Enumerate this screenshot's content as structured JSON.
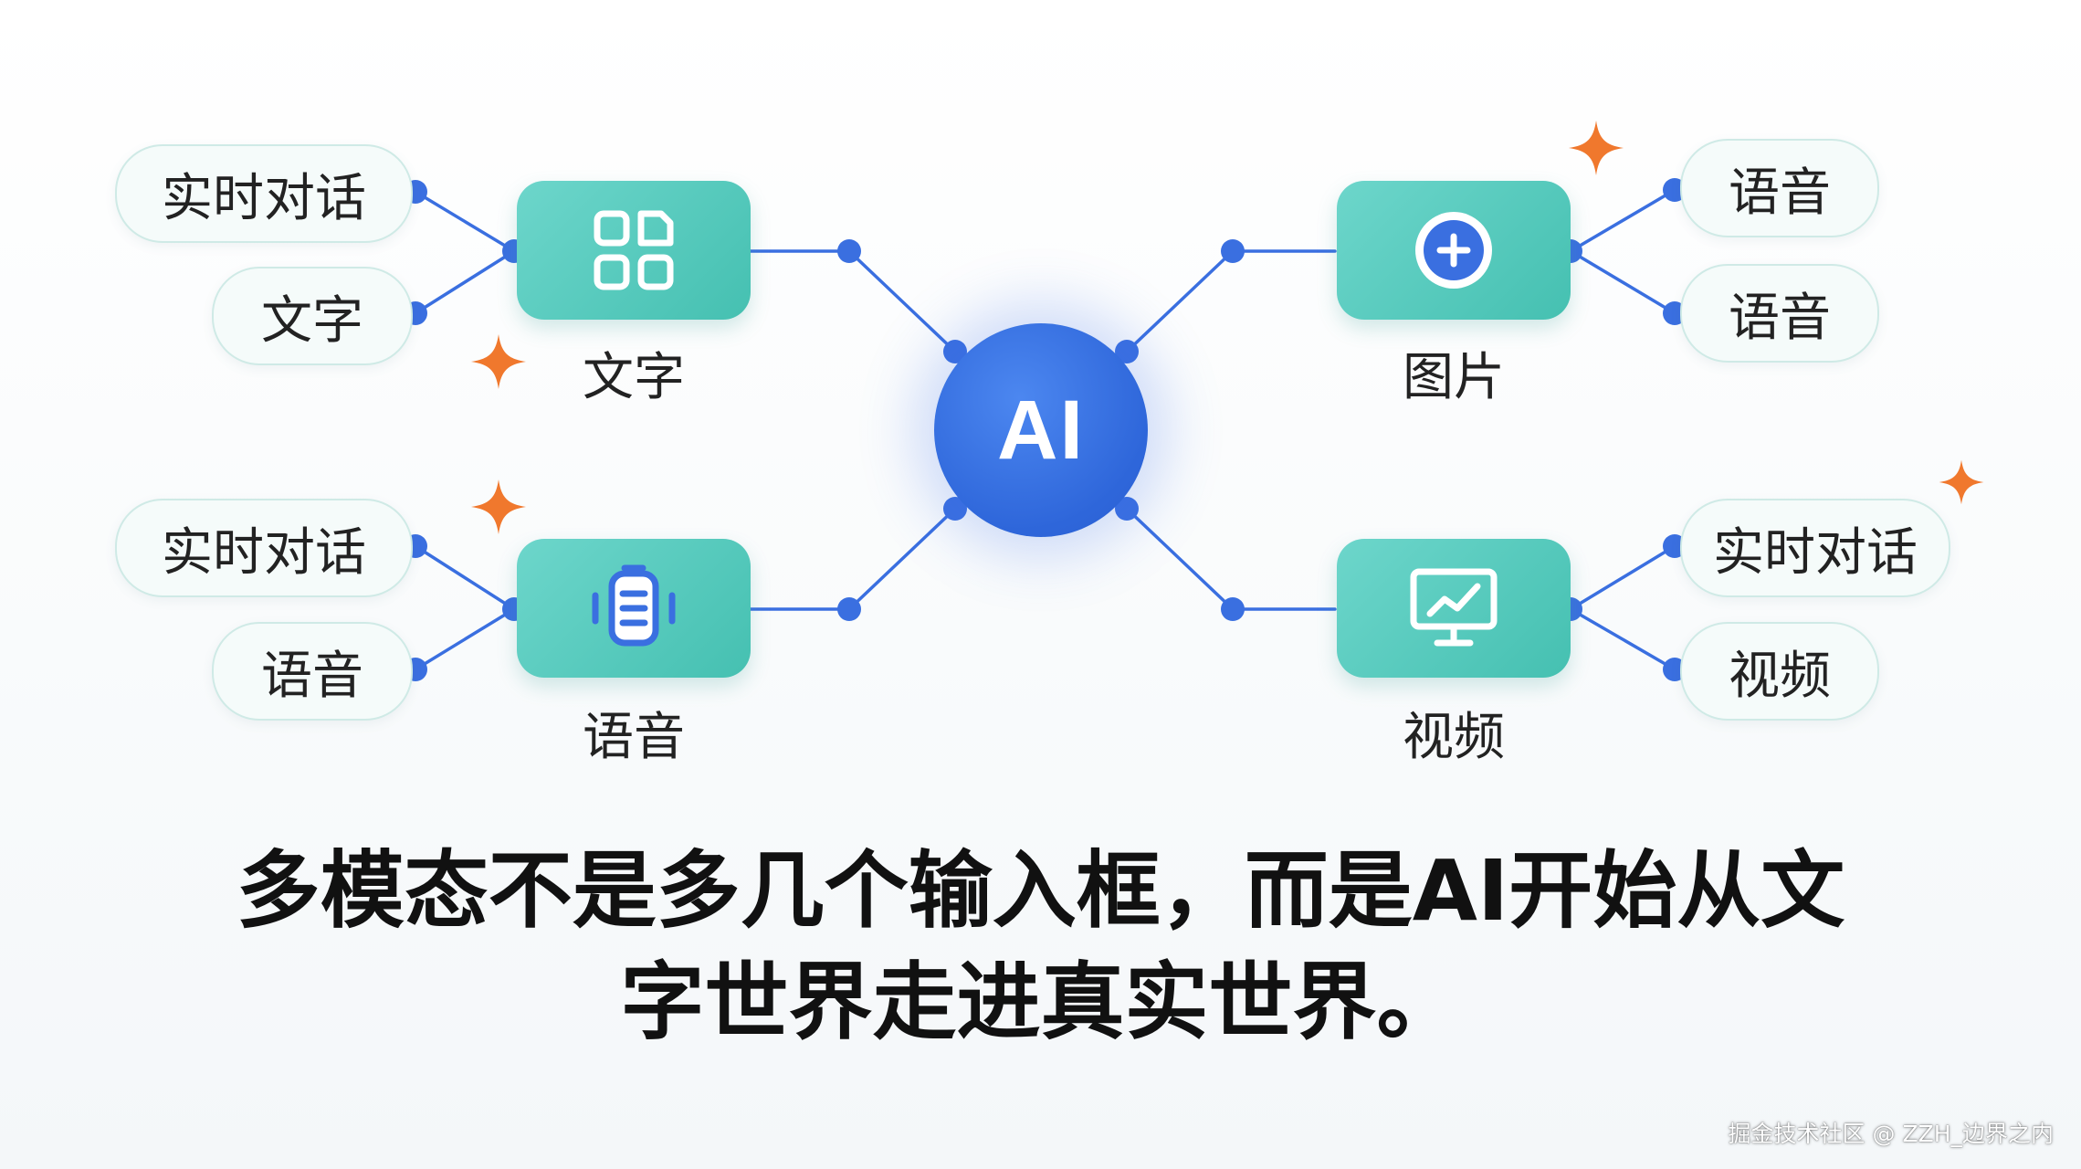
{
  "center": {
    "label": "AI"
  },
  "hubs": {
    "text": {
      "label": "文字",
      "icon": "grid-document-icon",
      "leaves": [
        "实时对话",
        "文字"
      ]
    },
    "voice": {
      "label": "语音",
      "icon": "microphone-icon",
      "leaves": [
        "实时对话",
        "语音"
      ]
    },
    "image": {
      "label": "图片",
      "icon": "circle-plus-icon",
      "leaves": [
        "语音",
        "语音"
      ]
    },
    "video": {
      "label": "视频",
      "icon": "monitor-chart-icon",
      "leaves": [
        "实时对话",
        "视频"
      ]
    }
  },
  "caption": {
    "line1": "多模态不是多几个输入框，而是AI开始从文",
    "line2": "字世界走进真实世界。"
  },
  "watermark": "掘金技术社区 @ ZZH_边界之内",
  "colors": {
    "hub": "#4cc4b6",
    "center": "#2f68dc",
    "connector": "#3a6fe0",
    "sparkle": "#f0782d",
    "pill_border": "#cfeae6"
  }
}
